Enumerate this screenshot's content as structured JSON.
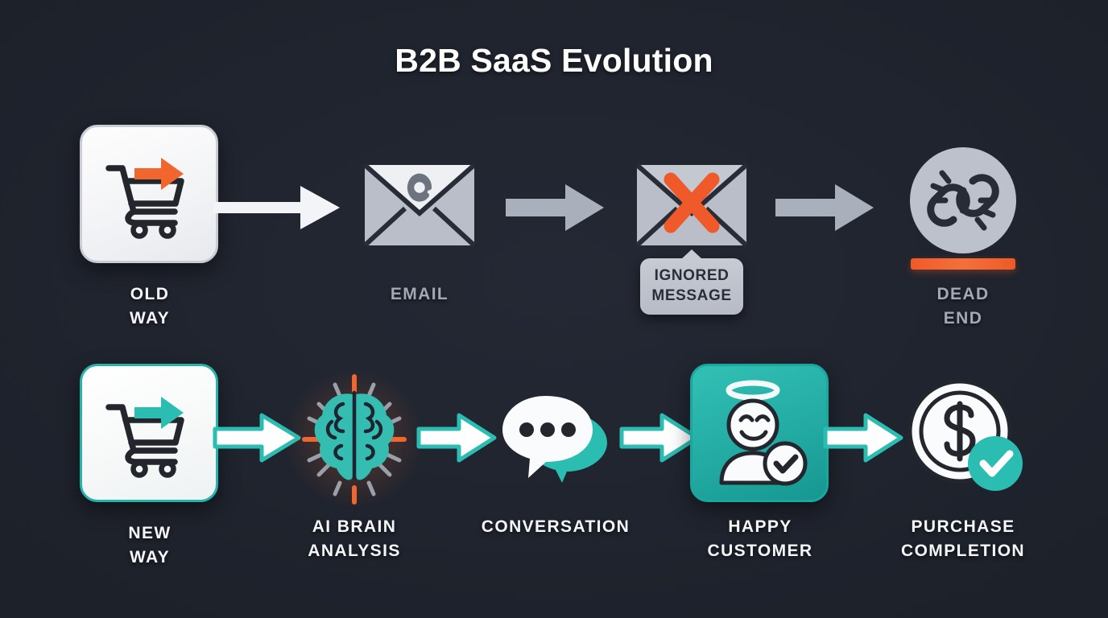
{
  "page": {
    "title": "B2B SaaS Evolution",
    "background_color": "#20242e"
  },
  "colors": {
    "accent_teal": "#2bbcb2",
    "accent_orange": "#f05a28",
    "text_bright": "#f4f6f9",
    "text_muted": "#a3a9b4",
    "card_light": "#f7f8fa",
    "gray_icon": "#b9bec8"
  },
  "rows": {
    "old": {
      "name": "old-way-flow",
      "connector_color": "#f2f4f8",
      "steps": [
        {
          "label": "OLD WAY",
          "icon": "shopping-cart-arrow-icon",
          "label_tone": "white"
        },
        {
          "label": "EMAIL",
          "icon": "envelope-at-icon",
          "label_tone": "gray"
        },
        {
          "label": "IGNORED\nMESSAGE",
          "icon": "envelope-x-icon",
          "label_tone": "bubble",
          "bubble_text": "IGNORED\nMESSAGE"
        },
        {
          "label": "DEAD END",
          "icon": "broken-chain-icon",
          "label_tone": "gray"
        }
      ]
    },
    "new": {
      "name": "new-way-flow",
      "connector_color": "#ffffff",
      "connector_outline": "#2bbcb2",
      "steps": [
        {
          "label": "NEW WAY",
          "icon": "shopping-cart-arrow-icon",
          "label_tone": "white"
        },
        {
          "label": "AI BRAIN\nANALYSIS",
          "icon": "ai-brain-icon",
          "label_tone": "white"
        },
        {
          "label": "CONVERSATION",
          "icon": "chat-bubbles-icon",
          "label_tone": "white"
        },
        {
          "label": "HAPPY\nCUSTOMER",
          "icon": "happy-customer-icon",
          "label_tone": "white"
        },
        {
          "label": "PURCHASE\nCOMPLETION",
          "icon": "coin-check-icon",
          "label_tone": "white"
        }
      ]
    }
  }
}
